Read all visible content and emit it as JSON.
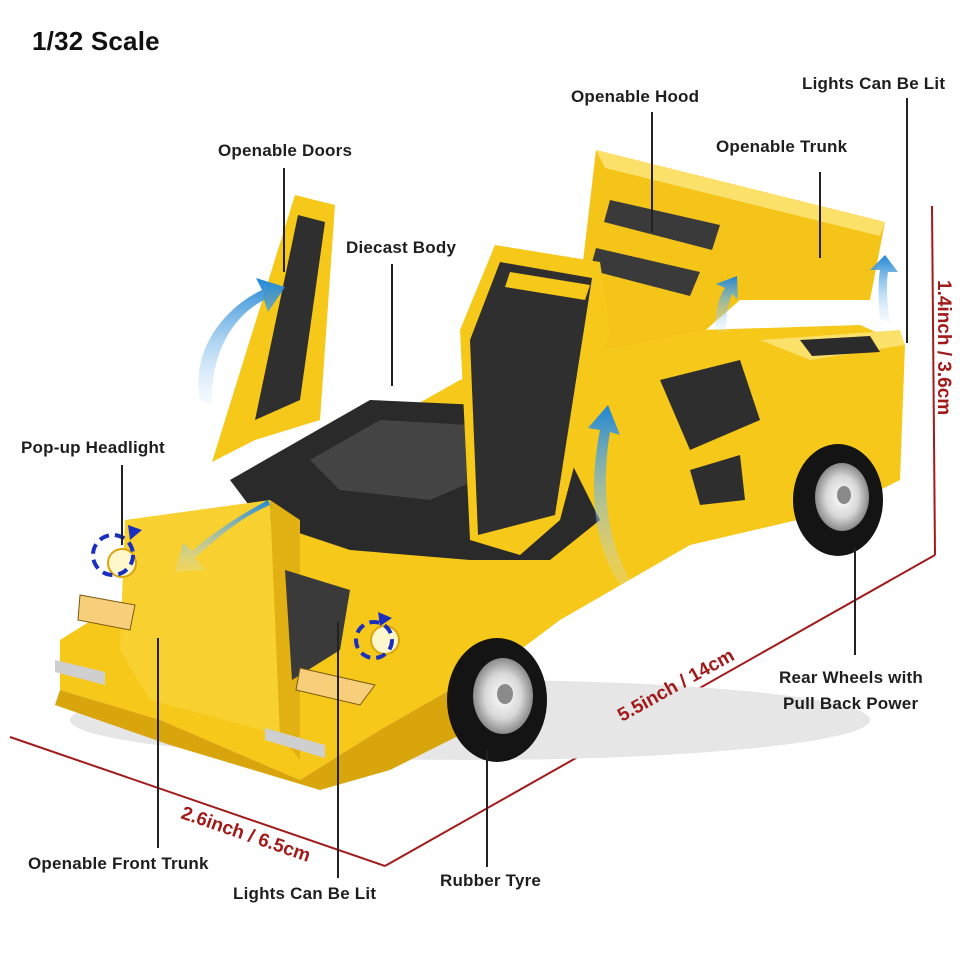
{
  "title": "1/32 Scale",
  "callouts": {
    "openable_hood": "Openable Hood",
    "lights_rear": "Lights Can Be Lit",
    "openable_doors": "Openable Doors",
    "openable_trunk": "Openable Trunk",
    "diecast_body": "Diecast Body",
    "popup_headlight": "Pop-up Headlight",
    "rear_wheels_line1": "Rear Wheels with",
    "rear_wheels_line2": "Pull Back Power",
    "front_trunk": "Openable Front Trunk",
    "lights_front": "Lights Can Be Lit",
    "rubber_tyre": "Rubber Tyre"
  },
  "dimensions": {
    "height": "1.4inch / 3.6cm",
    "length": "5.5inch / 14cm",
    "width": "2.6inch / 6.5cm"
  },
  "colors": {
    "body_yellow": "#f6c81a",
    "body_shadow": "#d9a50c",
    "dimension_red": "#a21a1a",
    "arrow_blue": "#2b8fd6",
    "headlight_ring": "#1b2fbf"
  }
}
